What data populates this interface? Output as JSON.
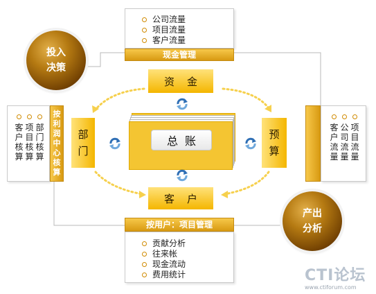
{
  "top_box": {
    "items": [
      "公司流量",
      "项目流量",
      "客户流量"
    ],
    "header": "现金管理",
    "block": "资金"
  },
  "bottom_box": {
    "header": "按用户：项目管理",
    "items": [
      "贡献分析",
      "往来帐",
      "现金流动",
      "费用统计"
    ],
    "block": "客户"
  },
  "left_box": {
    "columns": [
      [
        "客",
        "户",
        "核",
        "算"
      ],
      [
        "项",
        "目",
        "核",
        "算"
      ],
      [
        "部",
        "门",
        "核",
        "算"
      ]
    ],
    "vertical_header": [
      "按",
      "利",
      "润",
      "中",
      "心",
      "核",
      "算"
    ],
    "block": [
      "部",
      "门"
    ]
  },
  "right_box": {
    "columns": [
      [
        "客",
        "户",
        "流",
        "量"
      ],
      [
        "公",
        "司",
        "流",
        "量"
      ],
      [
        "项",
        "目",
        "流",
        "量"
      ]
    ],
    "block": [
      "预",
      "算"
    ]
  },
  "center": {
    "label": "总账"
  },
  "orbs": {
    "invest": [
      "投入",
      "决策"
    ],
    "output": [
      "产出",
      "分析"
    ]
  },
  "logo": {
    "brand": "CTI论坛",
    "url": "www.ctiforum.com"
  },
  "colors": {
    "gold": "#f4b600",
    "gold_light": "#ffe27a",
    "brown": "#6a3a00",
    "arrow_dot": "#f6d04d",
    "cycle_blue": "#2f6fb5"
  }
}
